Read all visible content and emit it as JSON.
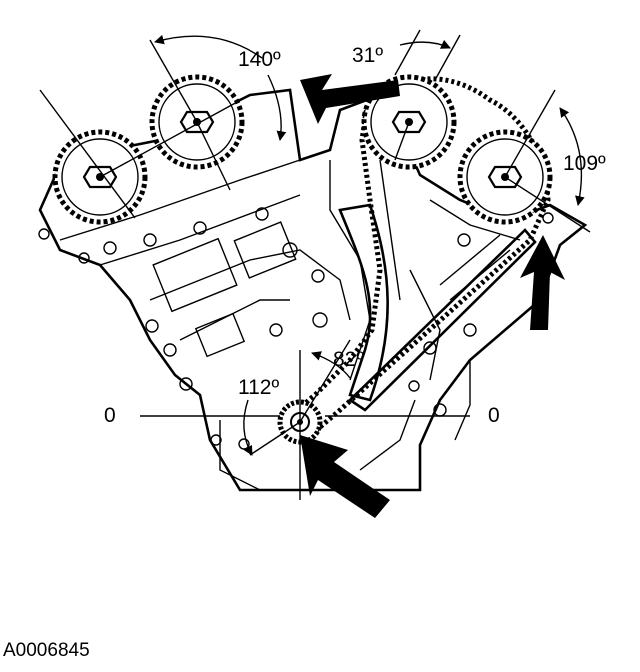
{
  "labels": {
    "angle_left_top": "140º",
    "angle_right_top": "31º",
    "angle_right": "109º",
    "angle_crank_right": "82º",
    "angle_crank_left": "112º",
    "zero_left": "0",
    "zero_right": "0"
  },
  "figure_id": "A0006845"
}
